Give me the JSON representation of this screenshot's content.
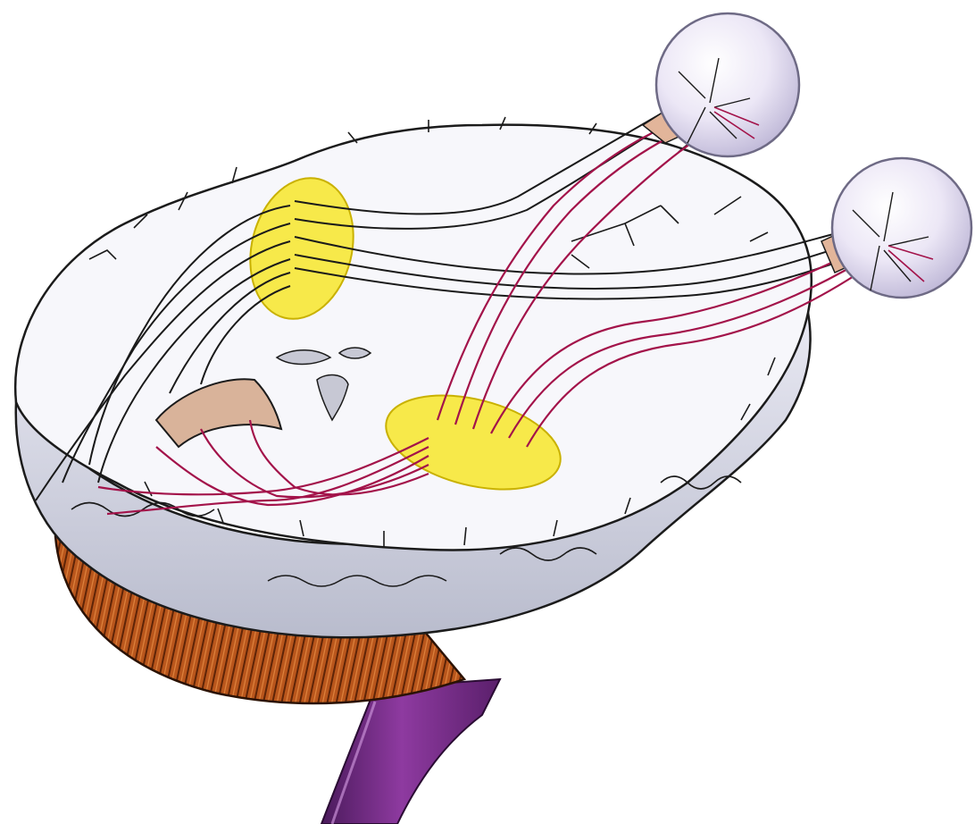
{
  "colors": {
    "background": "#ffffff",
    "brain_surface": "#f7f7fb",
    "brain_shadow": "#c9cad9",
    "outline": "#1b1b1b",
    "nucleus_fill": "#f7e94a",
    "nucleus_stroke": "#c9b100",
    "black_pathway": "#1a1a1a",
    "magenta_pathway": "#a3134a",
    "eyeball": "#e6e2f2",
    "eyeball_stroke": "#6e6a85",
    "cerebellum": "#b8521a",
    "cerebellum_dark": "#6b2a0a",
    "spinal_cord": "#7b2e88"
  },
  "parts": [
    {
      "name": "brain-hemisphere"
    },
    {
      "name": "upper-nucleus"
    },
    {
      "name": "lower-nucleus"
    },
    {
      "name": "left-eyeball"
    },
    {
      "name": "right-eyeball"
    },
    {
      "name": "cerebellum"
    },
    {
      "name": "brainstem"
    }
  ]
}
